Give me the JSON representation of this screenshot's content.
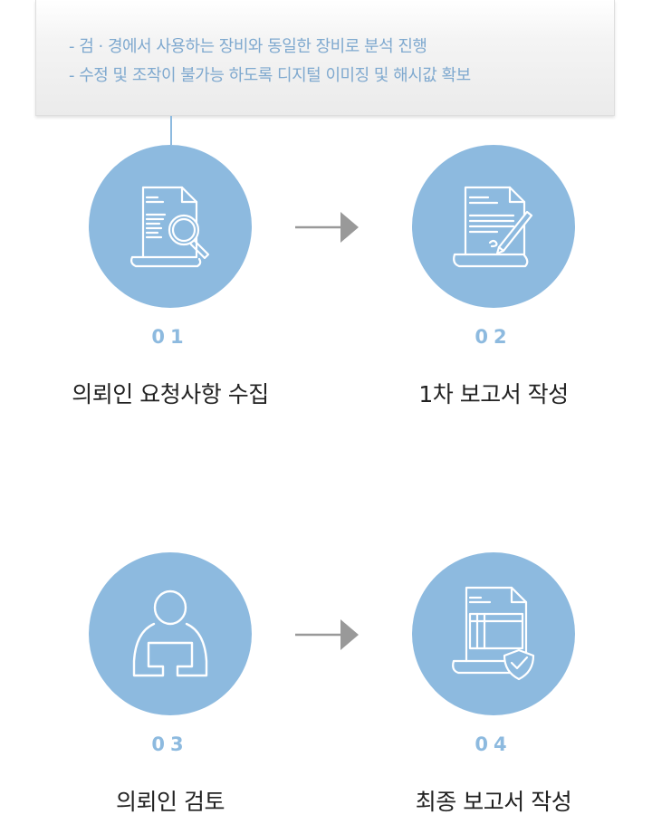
{
  "note": {
    "lines": [
      "- 검 · 경에서 사용하는 장비와 동일한 장비로 분석 진행",
      "- 수정 및 조작이 불가능 하도록 디지털 이미징 및 해시값 확보"
    ]
  },
  "steps": [
    {
      "number": "01",
      "label": "의뢰인 요청사항 수집",
      "icon": "document-search-icon"
    },
    {
      "number": "02",
      "label": "1차 보고서 작성",
      "icon": "document-pen-icon"
    },
    {
      "number": "03",
      "label": "의뢰인 검토",
      "icon": "person-laptop-icon"
    },
    {
      "number": "04",
      "label": "최종 보고서 작성",
      "icon": "document-shield-icon"
    }
  ],
  "colors": {
    "accent": "#8dbadf",
    "note_text": "#7fa9cf",
    "arrow": "#999999",
    "label_text": "#222222"
  }
}
